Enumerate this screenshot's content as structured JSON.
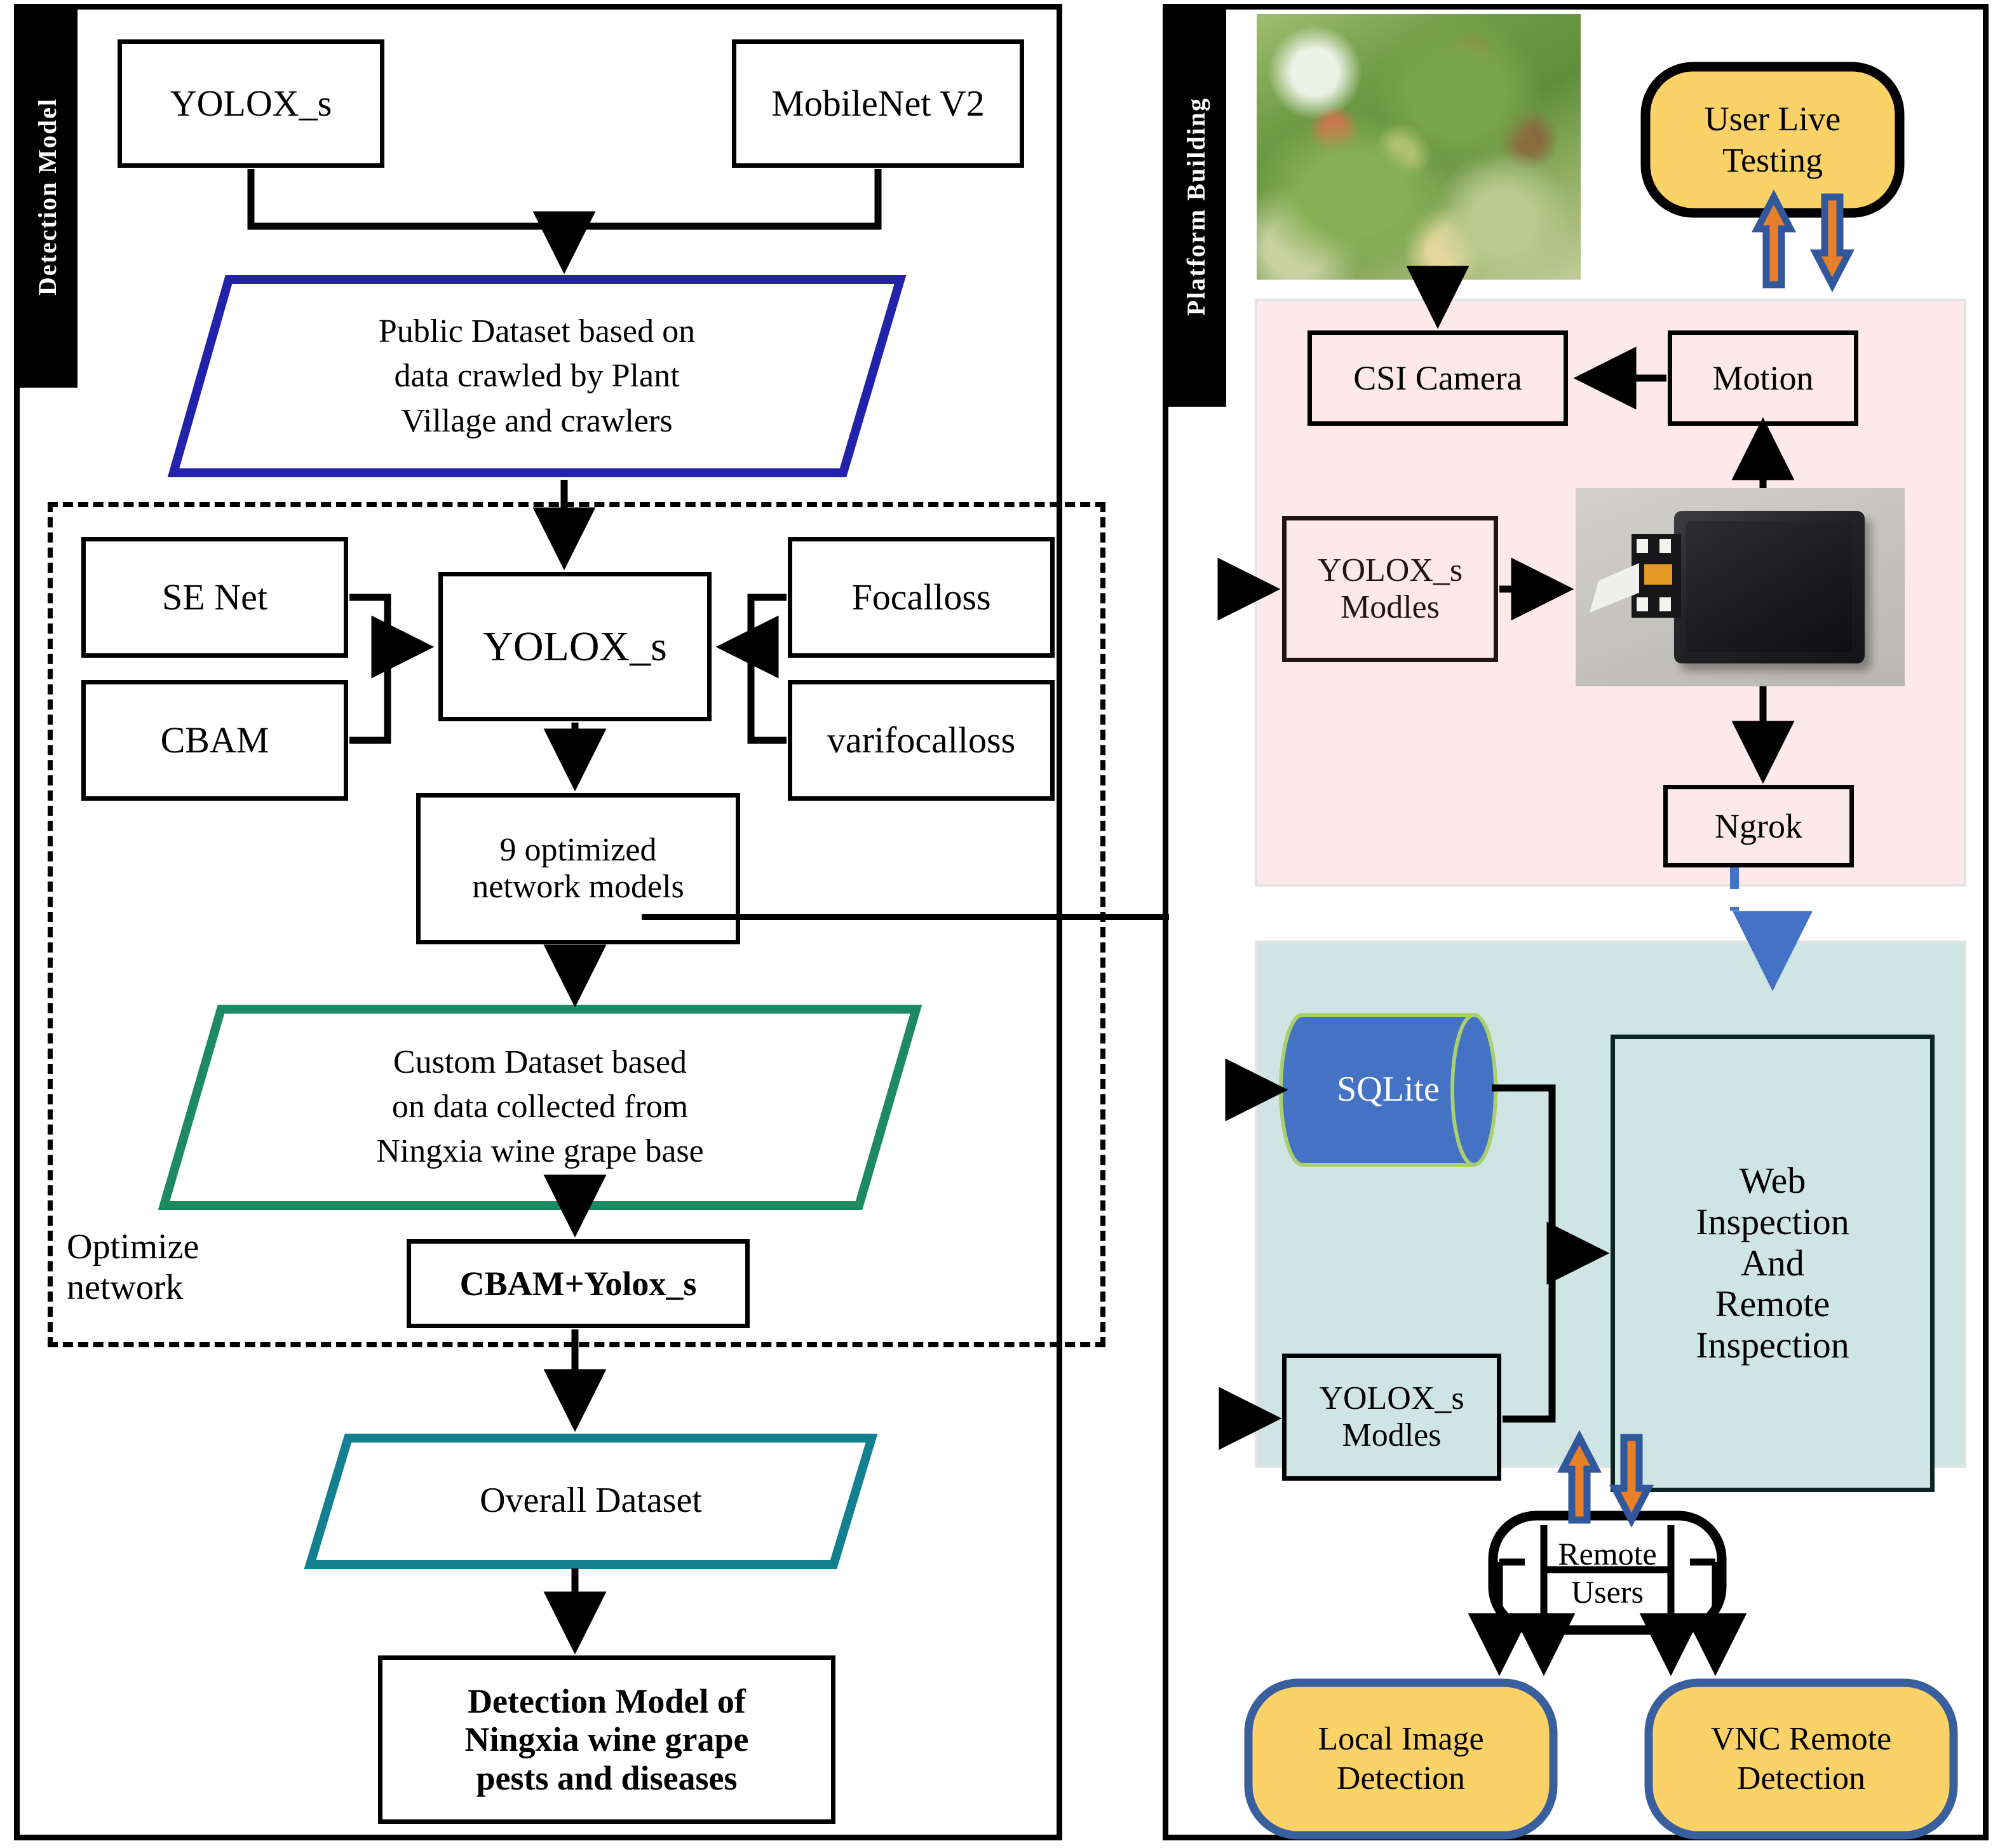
{
  "panels": {
    "left": {
      "title": "Detection Model"
    },
    "right": {
      "title": "Platform Building"
    }
  },
  "left_panel": {
    "top_boxes": [
      {
        "label": "YOLOX_s"
      },
      {
        "label": "MobileNet V2"
      }
    ],
    "public_dataset": {
      "label": "Public Dataset based on data crawled by Plant Village and crawlers",
      "lines": [
        "Public Dataset based on",
        "data crawled by Plant",
        "Village and crawlers"
      ],
      "border_color": "#2222aa"
    },
    "group_label": {
      "lines": [
        "Optimize",
        "network"
      ]
    },
    "attention_boxes": [
      {
        "label": "SE Net"
      },
      {
        "label": "CBAM"
      }
    ],
    "loss_boxes": [
      {
        "label": "Focalloss"
      },
      {
        "label": "varifocalloss"
      }
    ],
    "center_box": {
      "label": "YOLOX_s"
    },
    "optimized_models": {
      "lines": [
        "9 optimized",
        "network models"
      ]
    },
    "custom_dataset": {
      "label": "Custom Dataset based on data collected from Ningxia wine grape base",
      "lines": [
        "Custom Dataset based",
        "on data collected from",
        "Ningxia wine grape base"
      ],
      "border_color": "#1c8a63"
    },
    "cbam_yolox": {
      "label": "CBAM+Yolox_s"
    },
    "overall_dataset": {
      "label": "Overall Dataset",
      "lines": [
        "Overall Dataset"
      ],
      "border_color": "#12808f"
    },
    "final_box": {
      "label": "Detection Model of Ningxia wine grape pests and diseases",
      "lines": [
        "Detection Model of",
        "Ningxia wine grape",
        "pests and diseases"
      ]
    }
  },
  "right_panel": {
    "leaf_photo": {
      "alt": "grape-leaf-disease-photo"
    },
    "user_live_testing": {
      "lines": [
        "User Live",
        "Testing"
      ],
      "fill": "#fbd268",
      "stroke": "#000000"
    },
    "pink_region": {
      "fill": "#fde9ec"
    },
    "teal_region": {
      "fill": "#cee5e4"
    },
    "csi_camera": {
      "label": "CSI Camera"
    },
    "motion": {
      "label": "Motion"
    },
    "yolox_modles_top": {
      "lines": [
        "YOLOX_s",
        "Modles"
      ]
    },
    "device_photo": {
      "alt": "jetson-nano-device-photo"
    },
    "ngrok": {
      "label": "Ngrok"
    },
    "sqlite": {
      "label": "SQLite",
      "fill": "#4472c4"
    },
    "yolox_modles_bottom": {
      "lines": [
        "YOLOX_s",
        "Modles"
      ]
    },
    "web_inspection": {
      "lines": [
        "Web",
        "Inspection",
        "And",
        "Remote",
        "Inspection"
      ]
    },
    "remote_users": {
      "lines": [
        "Remote",
        "Users"
      ]
    },
    "local_image_detection": {
      "lines": [
        "Local Image",
        "Detection"
      ],
      "fill": "#fbd268",
      "stroke": "#3a5f9e"
    },
    "vnc_remote_detection": {
      "lines": [
        "VNC Remote",
        "Detection"
      ],
      "fill": "#fbd268",
      "stroke": "#3a5f9e"
    }
  },
  "colors": {
    "arrow_orange": "#e8802a",
    "arrow_blue_outline": "#31589c",
    "ngrok_link": "#4472c4",
    "black": "#000000"
  }
}
